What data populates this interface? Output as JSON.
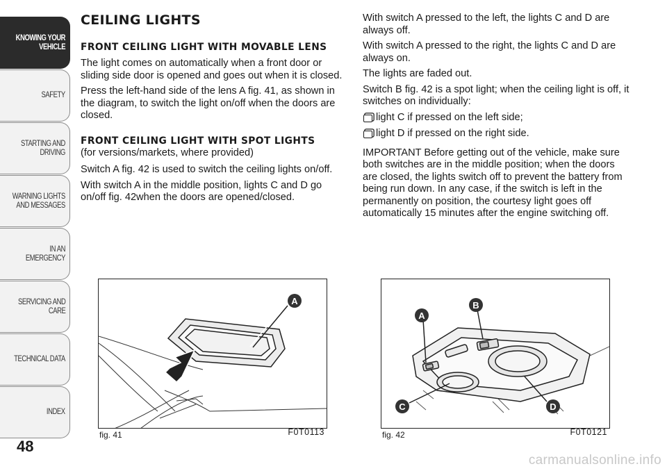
{
  "sidebar": {
    "tabs": [
      {
        "label": "KNOWING YOUR\nVEHICLE",
        "active": true
      },
      {
        "label": "SAFETY",
        "active": false
      },
      {
        "label": "STARTING AND\nDRIVING",
        "active": false
      },
      {
        "label": "WARNING LIGHTS\nAND MESSAGES",
        "active": false
      },
      {
        "label": "IN AN EMERGENCY",
        "active": false
      },
      {
        "label": "SERVICING AND\nCARE",
        "active": false
      },
      {
        "label": "TECHNICAL DATA",
        "active": false
      },
      {
        "label": "INDEX",
        "active": false
      }
    ],
    "page_number": "48"
  },
  "left": {
    "title": "CEILING LIGHTS",
    "section1_heading": "FRONT CEILING LIGHT WITH MOVABLE LENS",
    "section1_p1": "The light comes on automatically when a front door or sliding side door is opened and goes out when it is closed.",
    "section1_p2": "Press the left-hand side of the lens A fig. 41, as shown in the diagram, to switch the light on/off when the doors are closed.",
    "section2_heading": "FRONT CEILING LIGHT WITH SPOT LIGHTS",
    "section2_sub": "(for versions/markets, where provided)",
    "section2_p1": "Switch A fig. 42 is used to switch the ceiling lights on/off.",
    "section2_p2": "With switch A in the middle position, lights C and D go on/off fig. 42when the doors are opened/closed."
  },
  "right": {
    "p1": "With switch A pressed to the left, the lights C and D are always off.",
    "p2": "With switch A pressed to the right, the lights C and D are always on.",
    "p3": "The lights are faded out.",
    "p4": "Switch B fig. 42 is a spot light; when the ceiling light is off, it switches on individually:",
    "bullets": [
      "light C if pressed on the left side;",
      "light D if pressed on the right side."
    ],
    "p5": "IMPORTANT Before getting out of the vehicle, make sure both switches are in the middle position; when the doors are closed, the lights switch off to prevent the battery from being run down. In any case, if the switch is left in the permanently on position, the courtesy light goes off automatically 15 minutes after the engine switching off."
  },
  "figures": {
    "fig41": {
      "caption": "fig. 41",
      "code": "F0T0113",
      "callouts": [
        "A"
      ]
    },
    "fig42": {
      "caption": "fig. 42",
      "code": "F0T0121",
      "callouts": [
        "A",
        "B",
        "C",
        "D"
      ]
    }
  },
  "watermark": "carmanualsonline.info"
}
